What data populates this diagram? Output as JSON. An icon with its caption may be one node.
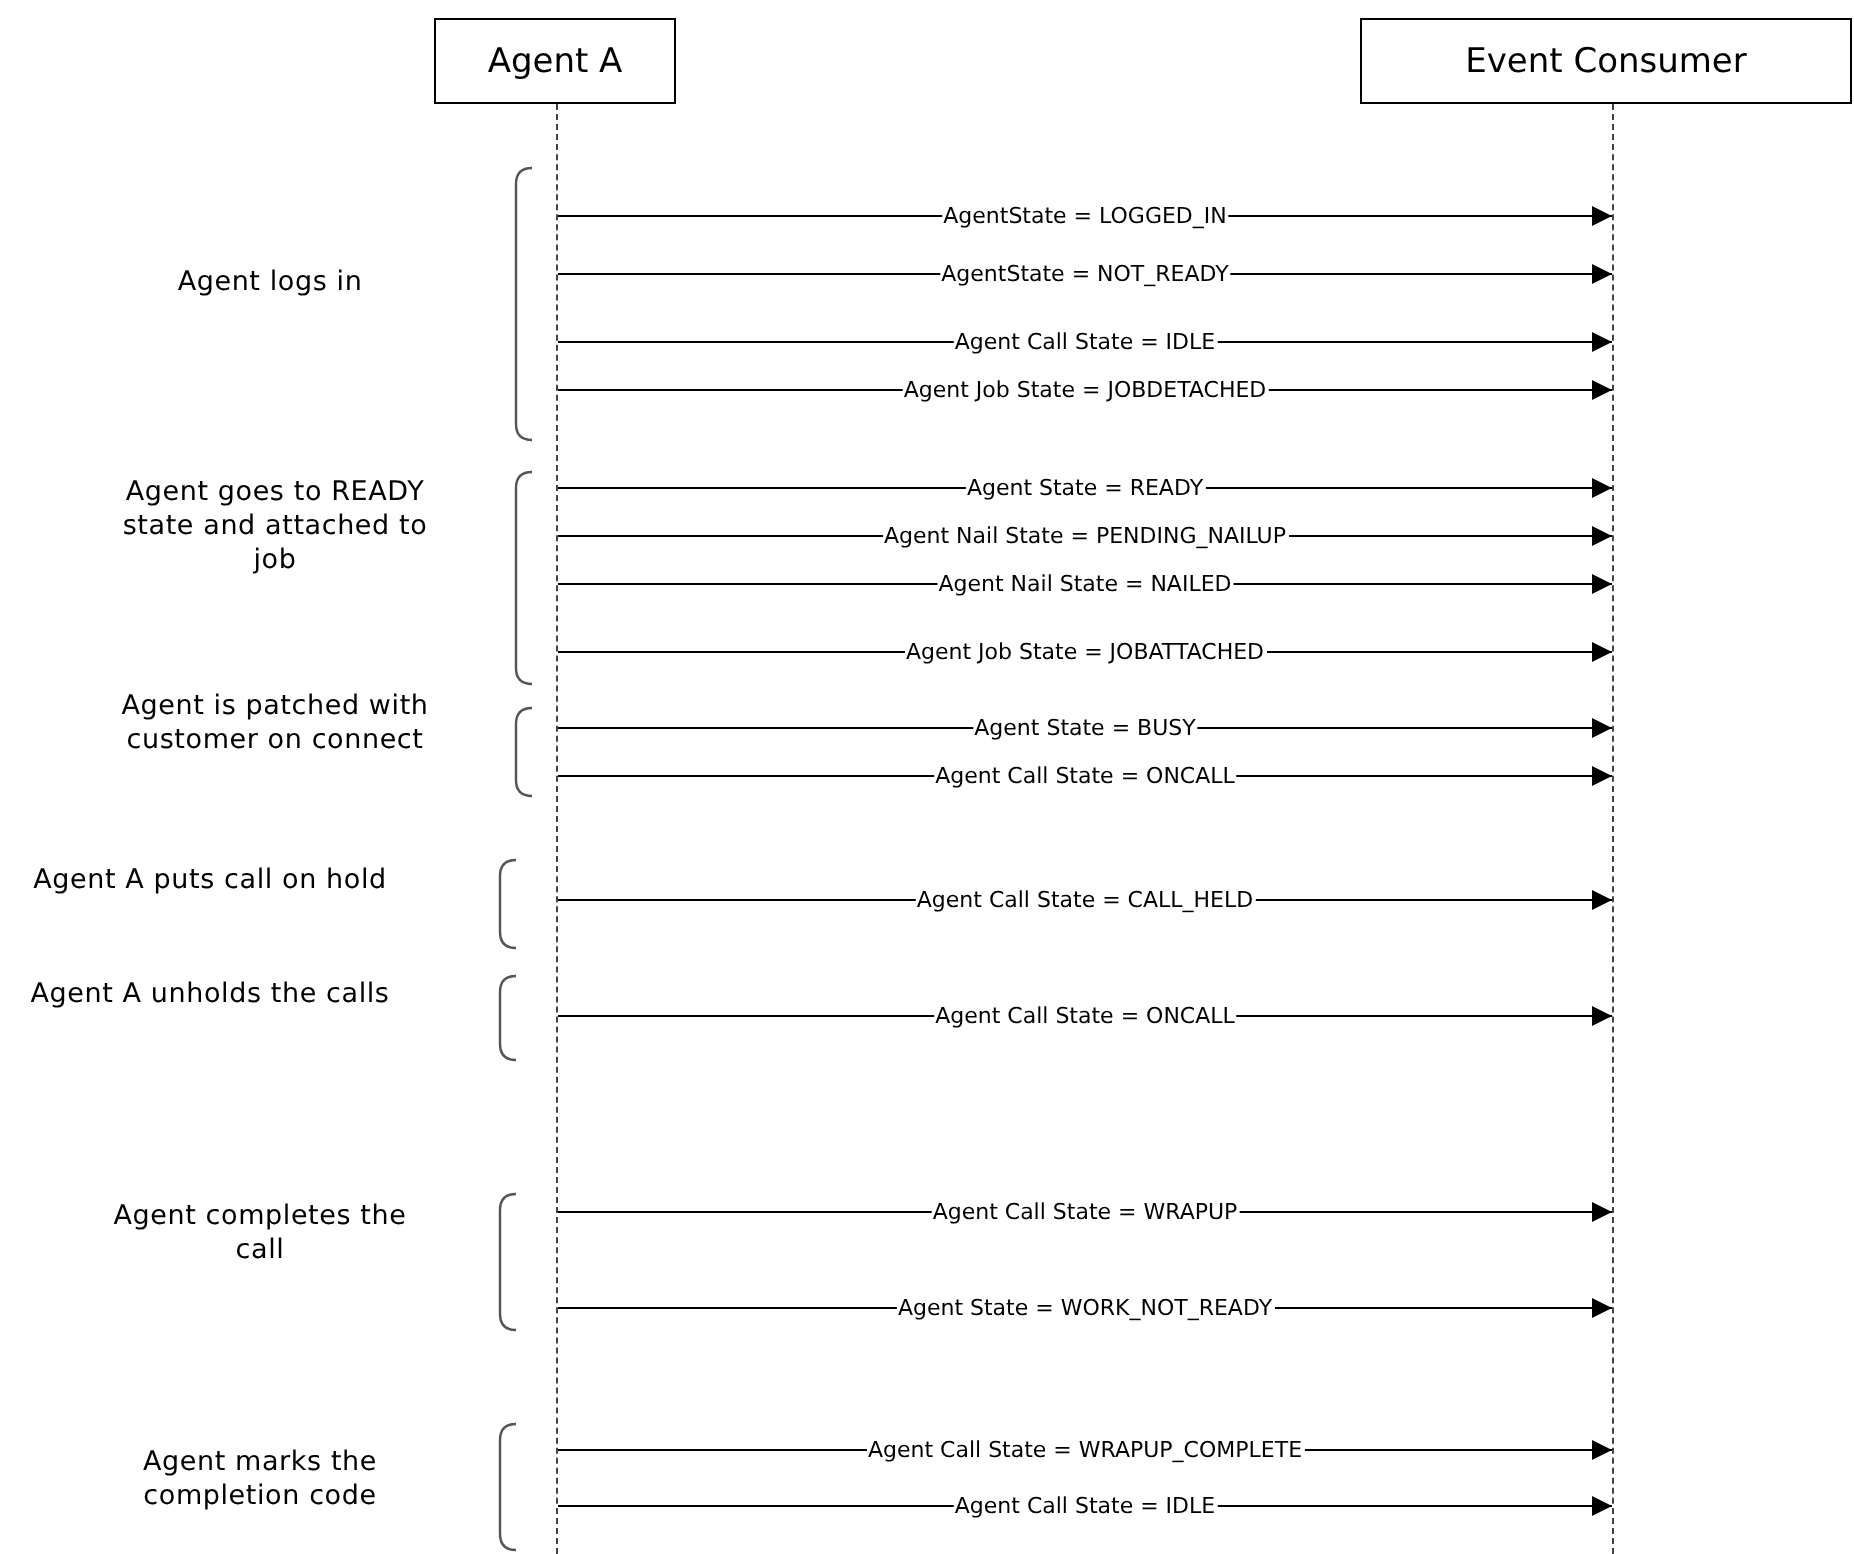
{
  "diagram": {
    "nodes": [
      {
        "text": [
          "Agent A"
        ]
      },
      {
        "text": [
          "Event Consumer"
        ]
      },
      {
        "text": [],
        "shape": "line"
      },
      {
        "text": [],
        "shape": "line"
      }
    ],
    "edges": [
      {
        "from": 2,
        "to": 3,
        "arrow": "to",
        "label": "AgentState = LOGGED_IN"
      },
      {
        "from": 2,
        "to": 3,
        "arrow": "to",
        "label": "AgentState = NOT_READY"
      },
      {
        "from": 2,
        "to": 3,
        "arrow": "to",
        "label": "Agent Call State = IDLE"
      },
      {
        "from": 2,
        "to": 3,
        "arrow": "to",
        "label": "Agent Job State = JOBDETACHED"
      },
      {
        "from": 2,
        "to": 3,
        "arrow": "to",
        "label": "Agent State = READY"
      },
      {
        "from": 2,
        "to": 3,
        "arrow": "to",
        "label": "Agent Nail State = PENDING_NAILUP"
      },
      {
        "from": 2,
        "to": 3,
        "arrow": "to",
        "label": "Agent Nail State = NAILED"
      },
      {
        "from": 2,
        "to": 3,
        "arrow": "to",
        "label": "Agent Job State = JOBATTACHED"
      },
      {
        "from": 2,
        "to": 3,
        "arrow": "to",
        "label": "Agent State = BUSY"
      },
      {
        "from": 2,
        "to": 3,
        "arrow": "to",
        "label": "Agent Call State = ONCALL"
      },
      {
        "from": 2,
        "to": 3,
        "arrow": "to",
        "label": "Agent Call State = CALL_HELD"
      },
      {
        "from": 2,
        "to": 3,
        "arrow": "to",
        "label": "Agent Call State = ONCALL"
      },
      {
        "from": 2,
        "to": 3,
        "arrow": "to",
        "label": "Agent Call State = WRAPUP"
      },
      {
        "from": 2,
        "to": 3,
        "arrow": "to",
        "label": "Agent State = WORK_NOT_READY"
      },
      {
        "from": 2,
        "to": 3,
        "arrow": "to",
        "label": "Agent Call State = WRAPUP_COMPLETE"
      },
      {
        "from": 2,
        "to": 3,
        "arrow": "to",
        "label": "Agent Call State = IDLE"
      }
    ],
    "labels": [
      "Agent logs in",
      "Agent goes to READY state and attached to job",
      "Agent is patched with customer on connect",
      "Agent A puts call on hold",
      "Agent A unholds the calls",
      "Agent completes the call",
      "Agent marks the completion code"
    ]
  }
}
